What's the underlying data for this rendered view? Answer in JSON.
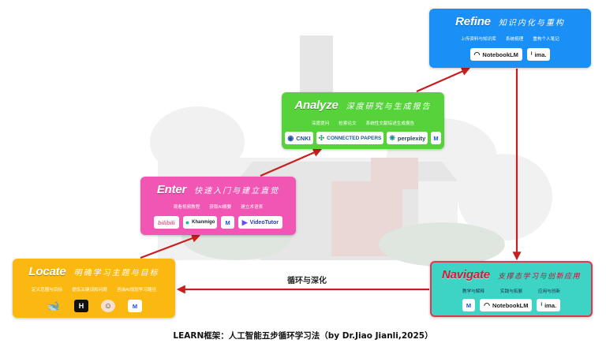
{
  "colors": {
    "refine": "#1a8ff5",
    "analyze": "#56d33a",
    "enter": "#f256b4",
    "locate": "#fbb810",
    "navigate": "#3dd4c6",
    "arrow": "#c81e1e"
  },
  "stages": {
    "refine": {
      "title": "Refine",
      "subtitle": "知识内化与重构",
      "tasks": [
        "上传资料与知识库",
        "系统梳理",
        "重构个人笔记"
      ],
      "tools": [
        {
          "name": "NotebookLM",
          "icon": "notebooklm-icon"
        },
        {
          "name": "ima.",
          "icon": "ima-icon"
        }
      ]
    },
    "analyze": {
      "title": "Analyze",
      "subtitle": "深度研究与生成报告",
      "tasks": [
        "深度提问",
        "检索论文",
        "系统性文献综述生成报告"
      ],
      "tools": [
        {
          "name": "CNKI",
          "icon": "cnki-icon"
        },
        {
          "name": "CONNECTED PAPERS",
          "icon": "connected-papers-icon"
        },
        {
          "name": "perplexity",
          "icon": "perplexity-icon"
        },
        {
          "name": "M",
          "icon": "metaso-icon"
        }
      ]
    },
    "enter": {
      "title": "Enter",
      "subtitle": "快速入门与建立直觉",
      "tasks": [
        "观看视频教程",
        "获取AI摘要",
        "建立术语表"
      ],
      "tools": [
        {
          "name": "bilibili",
          "icon": "bilibili-icon"
        },
        {
          "name": "Khanmigo",
          "icon": "khanmigo-icon"
        },
        {
          "name": "M",
          "icon": "metaso-icon"
        },
        {
          "name": "VideoTutor",
          "icon": "videotutor-icon"
        }
      ]
    },
    "locate": {
      "title": "Locate",
      "subtitle": "明确学习主题与目标",
      "tasks": [
        "定义范围与目标",
        "提炼关键词和问题",
        "咨询AI规划学习路径"
      ],
      "tools": [
        {
          "name": "",
          "icon": "deepseek-icon"
        },
        {
          "name": "H",
          "icon": "h-app-icon"
        },
        {
          "name": "",
          "icon": "avatar-icon"
        },
        {
          "name": "M",
          "icon": "metaso-icon"
        }
      ]
    },
    "navigate": {
      "title": "Navigate",
      "subtitle": "支撑态学习与创新应用",
      "tasks": [
        "教学与解释",
        "实践与拓展",
        "应用与创新"
      ],
      "tools": [
        {
          "name": "M",
          "icon": "metaso-icon"
        },
        {
          "name": "NotebookLM",
          "icon": "notebooklm-icon"
        },
        {
          "name": "ima.",
          "icon": "ima-icon"
        }
      ]
    }
  },
  "loop_label": "循环与深化",
  "caption": "LEARN框架：人工智能五步循环学习法（by Dr.Jiao Jianli,2025）"
}
